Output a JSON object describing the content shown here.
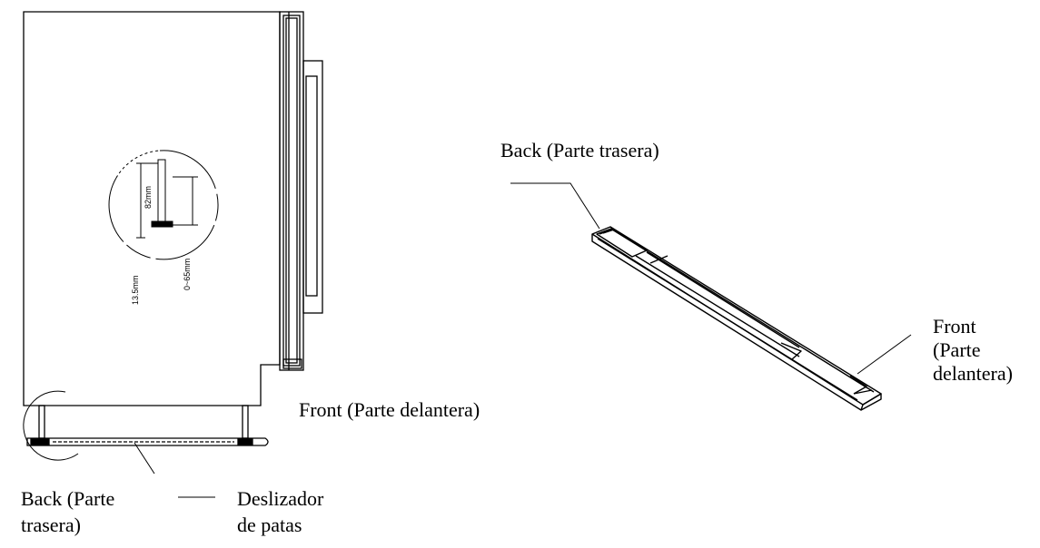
{
  "labels": {
    "side_front": "Front (Parte delantera)",
    "side_back_line1": "Back (Parte",
    "side_back_line2": "trasera)",
    "slider_line1": "Deslizador",
    "slider_line2": "de patas",
    "slide_back": "Back (Parte trasera)",
    "slide_front_line1": "Front",
    "slide_front_line2": "(Parte",
    "slide_front_line3": "delantera)"
  },
  "dimensions": {
    "height_label": "82mm",
    "offset_label": "13.5mm",
    "adjust_label": "0~65mm"
  },
  "colors": {
    "line": "#000000",
    "background": "#ffffff"
  }
}
